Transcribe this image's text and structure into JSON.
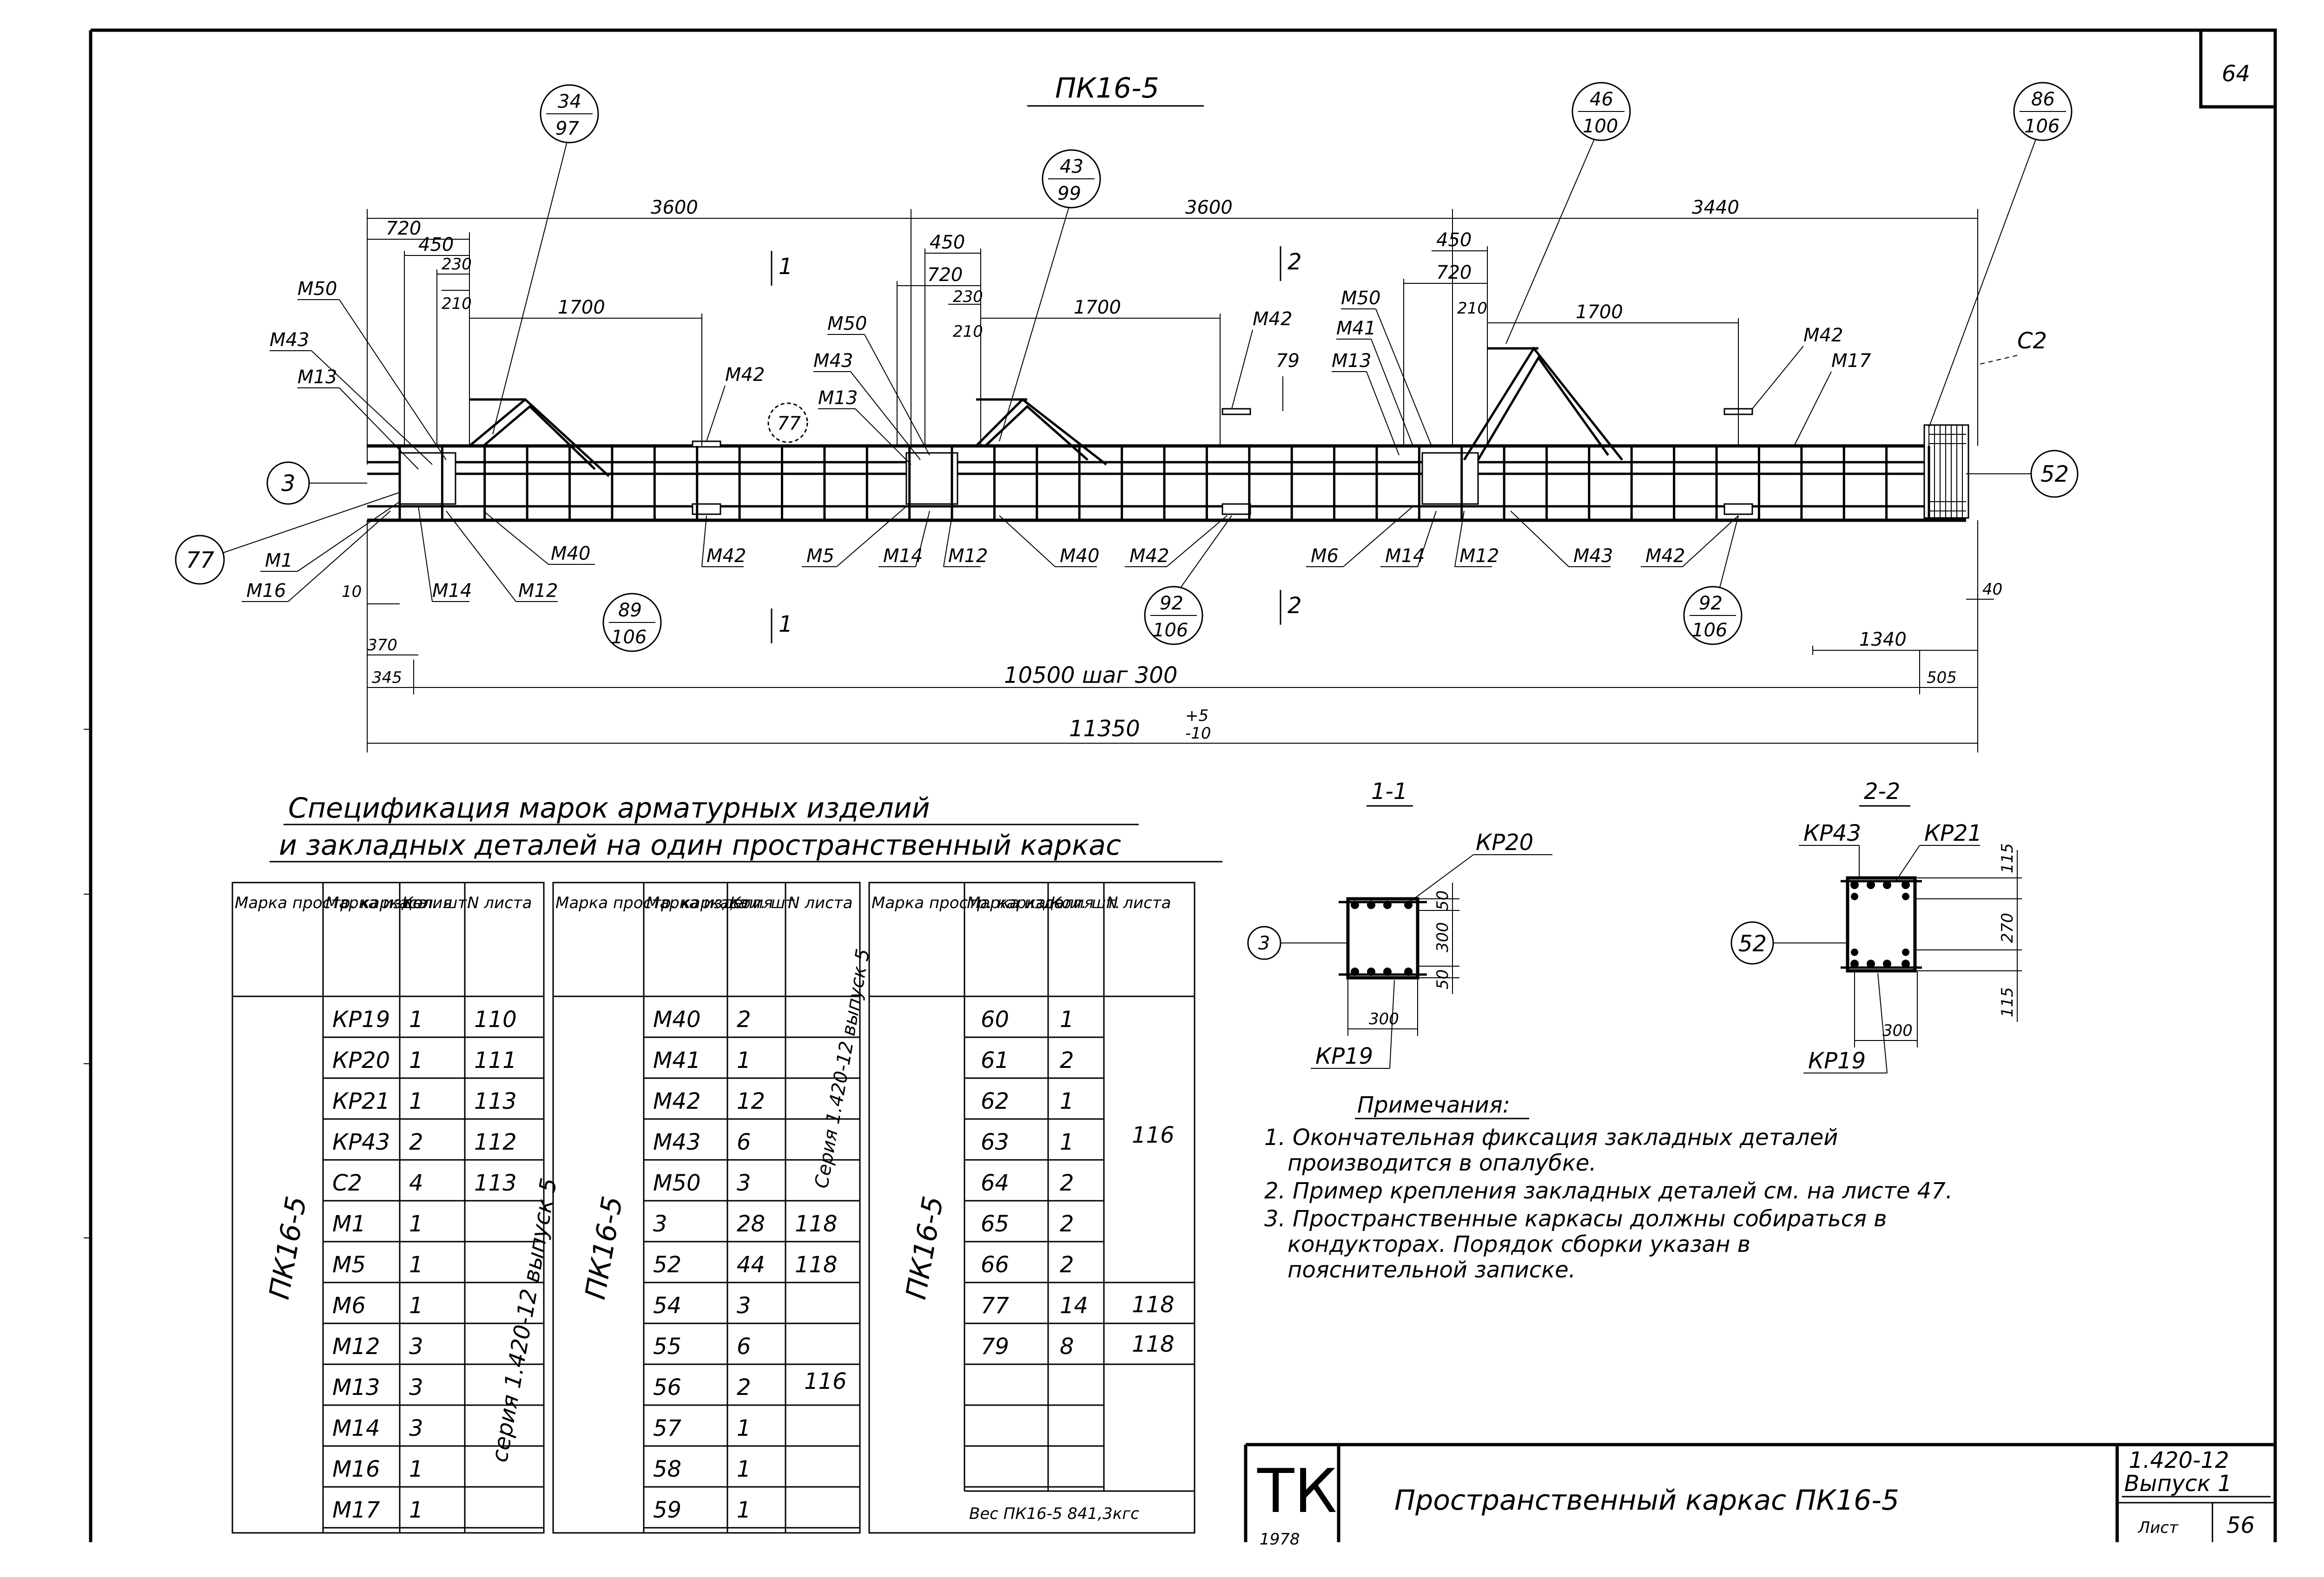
{
  "sheet_corner_number": "64",
  "main_view": {
    "title": "ПК16-5",
    "cut_marks": {
      "c1": "1",
      "c2": "2"
    },
    "top_dims": {
      "d720": "720",
      "d450": "450",
      "d230": "230",
      "d210": "210",
      "d1700": "1700",
      "d3600a": "3600",
      "d3600b": "3600",
      "d3440": "3440",
      "d79": "79"
    },
    "bottom_dims": {
      "d10500": "10500 шаг 300",
      "d11350": "11350",
      "tol_plus": "+5",
      "tol_minus": "-10",
      "d345": "345",
      "d370": "370",
      "d10": "10",
      "d505": "505",
      "d1340": "1340",
      "d40": "40"
    },
    "bubbles": [
      {
        "num": "34",
        "den": "97"
      },
      {
        "num": "43",
        "den": "99"
      },
      {
        "num": "46",
        "den": "100"
      },
      {
        "num": "86",
        "den": "106"
      },
      {
        "num": "89",
        "den": "106"
      },
      {
        "num": "92",
        "den": "106"
      },
      {
        "num": "92",
        "den": "106"
      }
    ],
    "circles": {
      "c3": "3",
      "c77a": "77",
      "c77b": "77",
      "c52": "52"
    },
    "labels": {
      "M50": "М50",
      "M43": "М43",
      "M13": "М13",
      "M42": "М42",
      "M41": "М41",
      "M17": "М17",
      "C2": "С2",
      "M1": "М1",
      "M16": "М16",
      "M40": "М40",
      "M14": "М14",
      "M12": "М12",
      "M5": "М5",
      "M6": "М6"
    }
  },
  "sections": {
    "s1": {
      "title": "1-1",
      "kp_top": "КР20",
      "kp_bottom": "КР19",
      "circle": "3",
      "dim_50a": "50",
      "dim_300v": "300",
      "dim_50b": "50",
      "dim_300h": "300"
    },
    "s2": {
      "title": "2-2",
      "kp_left": "КР43",
      "kp_right": "КР21",
      "kp_bottom": "КР19",
      "circle": "52",
      "dim_115a": "115",
      "dim_270": "270",
      "dim_115b": "115",
      "dim_300h": "300"
    }
  },
  "spec": {
    "title_line1": "Спецификация марок арматурных изделий",
    "title_line2": "и закладных деталей на один пространственный каркас",
    "headers": [
      "Марка простр. каркаса",
      "Марка изделия",
      "Кол. шт.",
      "N листа"
    ],
    "group_mark": "ПК16-5",
    "t1": {
      "items": [
        [
          "КР19",
          "1",
          "110"
        ],
        [
          "КР20",
          "1",
          "111"
        ],
        [
          "КР21",
          "1",
          "113"
        ],
        [
          "КР43",
          "2",
          "112"
        ],
        [
          "С2",
          "4",
          "113"
        ],
        [
          "М1",
          "1",
          ""
        ],
        [
          "М5",
          "1",
          ""
        ],
        [
          "М6",
          "1",
          ""
        ],
        [
          "М12",
          "3",
          ""
        ],
        [
          "М13",
          "3",
          ""
        ],
        [
          "М14",
          "3",
          ""
        ],
        [
          "М16",
          "1",
          ""
        ],
        [
          "М17",
          "1",
          ""
        ]
      ],
      "merged_sheet": "серия 1.420-12 выпуск 5"
    },
    "t2": {
      "items": [
        [
          "М40",
          "2",
          ""
        ],
        [
          "М41",
          "1",
          ""
        ],
        [
          "М42",
          "12",
          ""
        ],
        [
          "М43",
          "6",
          ""
        ],
        [
          "М50",
          "3",
          ""
        ],
        [
          "3",
          "28",
          "118"
        ],
        [
          "52",
          "44",
          "118"
        ],
        [
          "54",
          "3",
          ""
        ],
        [
          "55",
          "6",
          ""
        ],
        [
          "56",
          "2",
          ""
        ],
        [
          "57",
          "1",
          ""
        ],
        [
          "58",
          "1",
          ""
        ],
        [
          "59",
          "1",
          ""
        ]
      ],
      "merged_sheet_top": "Серия 1.420-12 выпуск 5",
      "merged_sheet_bottom": "116"
    },
    "t3": {
      "items": [
        [
          "60",
          "1"
        ],
        [
          "61",
          "2"
        ],
        [
          "62",
          "1"
        ],
        [
          "63",
          "1"
        ],
        [
          "64",
          "2"
        ],
        [
          "65",
          "2"
        ],
        [
          "66",
          "2"
        ],
        [
          "77",
          "14"
        ],
        [
          "79",
          "8"
        ]
      ],
      "merged_sheet": "116",
      "sheet_77": "118",
      "sheet_79": "118",
      "weight": "Вес ПК16-5 841,3кгс"
    }
  },
  "notes": {
    "title": "Примечания:",
    "lines": [
      "1. Окончательная фиксация закладных деталей",
      "производится в опалубке.",
      "2. Пример крепления закладных деталей см. на листе 47.",
      "3. Пространственные каркасы должны собираться в",
      "кондукторах. Порядок сборки указан в",
      "пояснительной записке."
    ]
  },
  "title_block": {
    "logo": "ТК",
    "year": "1978",
    "title": "Пространственный каркас ПК16-5",
    "series": "1.420-12",
    "issue": "Выпуск 1",
    "sheet_label": "Лист",
    "sheet_no": "56"
  }
}
